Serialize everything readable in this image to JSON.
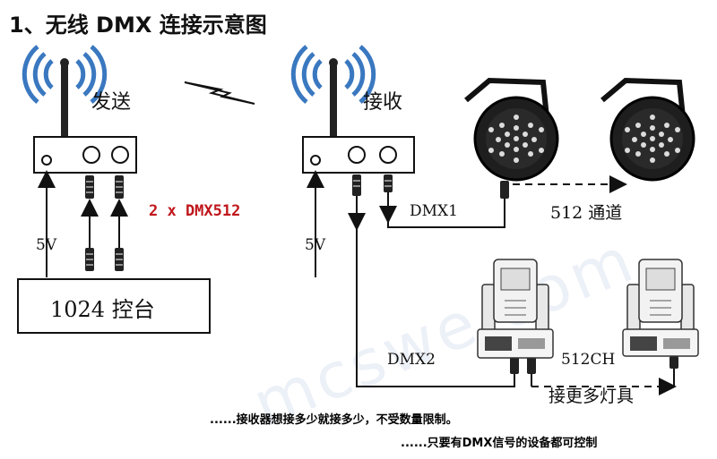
{
  "title": "1、无线 DMX 连接示意图",
  "transmitter": {
    "label": "发送"
  },
  "receiver": {
    "label": "接收"
  },
  "console": {
    "label": "1024 控台"
  },
  "power": {
    "left": "5V",
    "right": "5V"
  },
  "universe_count": "2 x DMX512",
  "lines": {
    "dmx1": "DMX1",
    "dmx2": "DMX2"
  },
  "par_chain": {
    "label": "512 通道"
  },
  "moving_chain": {
    "ch_label": "512CH",
    "more_label": "接更多灯具"
  },
  "notes": {
    "line1": "......接收器想接多少就接多少，不受数量限制。",
    "line2": "......只要有DMX信号的设备都可控制"
  },
  "watermark": "mcswe.com",
  "colors": {
    "wifi": "#3a78c0",
    "accent": "#c0161b",
    "line": "#111111"
  }
}
